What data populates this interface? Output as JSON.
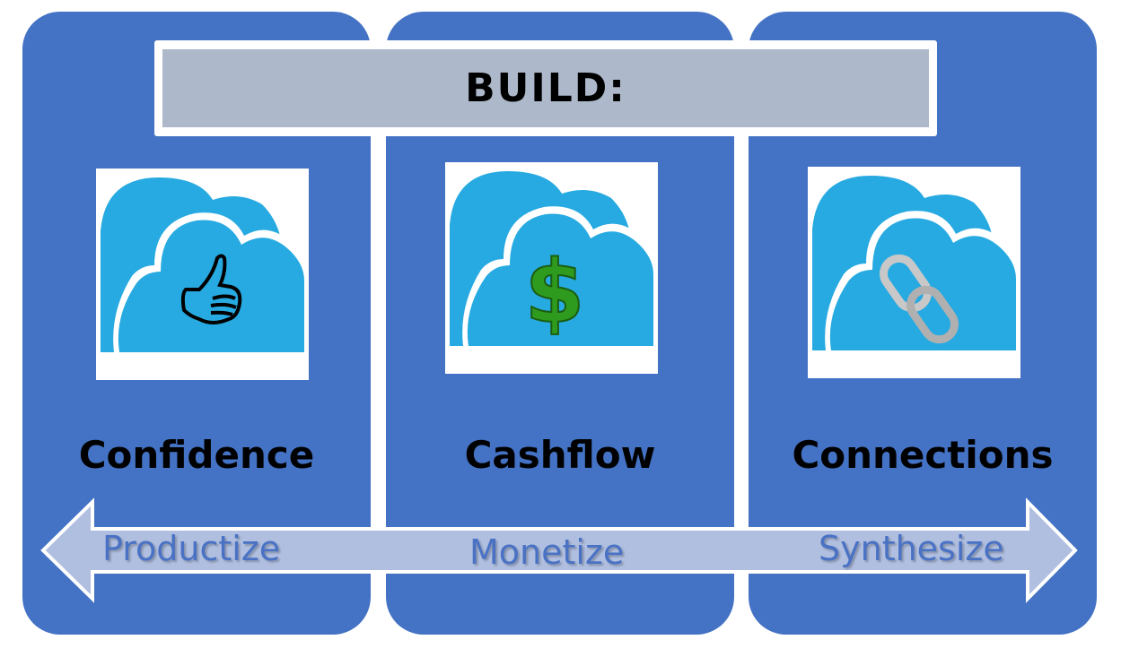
{
  "header": {
    "title": "BUILD:"
  },
  "columns": [
    {
      "label": "Confidence",
      "icon": "thumbs-up-cloud-icon"
    },
    {
      "label": "Cashflow",
      "icon": "dollar-cloud-icon"
    },
    {
      "label": "Connections",
      "icon": "chain-link-cloud-icon"
    }
  ],
  "arrow": {
    "items": [
      "Productize",
      "Monetize",
      "Synthesize"
    ]
  },
  "colors": {
    "panel": "#4472c4",
    "header": "#adb9ca",
    "arrow": "#b0bfe0",
    "cloud": "#27aae1"
  }
}
